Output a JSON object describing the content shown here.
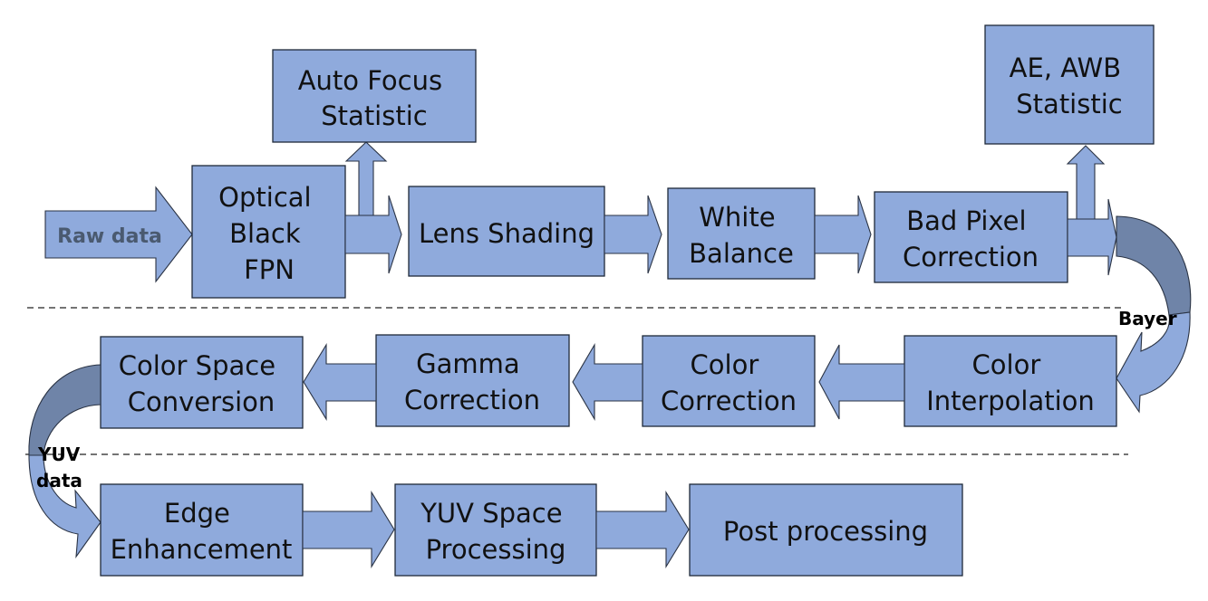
{
  "title": "ISP Image Processing Pipeline",
  "colors": {
    "box_fill": "#8FAADC",
    "curved_arrow_dark": "#6F84A8",
    "raw_data_text": "#4a5a70",
    "text": "#111111"
  },
  "input": {
    "label": "Raw data"
  },
  "row1": {
    "stages": [
      {
        "id": "optical-black",
        "lines": [
          "Optical",
          "Black",
          "FPN"
        ]
      },
      {
        "id": "lens-shading",
        "lines": [
          "Lens Shading"
        ]
      },
      {
        "id": "white-balance",
        "lines": [
          "White",
          "Balance"
        ]
      },
      {
        "id": "bad-pixel",
        "lines": [
          "Bad Pixel",
          "Correction"
        ]
      }
    ],
    "statistics": [
      {
        "id": "auto-focus",
        "lines": [
          "Auto Focus",
          "Statistic"
        ],
        "from": "optical-black"
      },
      {
        "id": "ae-awb",
        "lines": [
          "AE, AWB",
          "Statistic"
        ],
        "from": "bad-pixel"
      }
    ]
  },
  "transition1": {
    "label": "Bayer"
  },
  "row2": {
    "direction": "right-to-left",
    "stages": [
      {
        "id": "color-interpolation",
        "lines": [
          "Color",
          "Interpolation"
        ]
      },
      {
        "id": "color-correction",
        "lines": [
          "Color",
          "Correction"
        ]
      },
      {
        "id": "gamma-correction",
        "lines": [
          "Gamma",
          "Correction"
        ]
      },
      {
        "id": "color-space-conversion",
        "lines": [
          "Color Space",
          "Conversion"
        ]
      }
    ]
  },
  "transition2": {
    "lines": [
      "YUV",
      "data"
    ]
  },
  "row3": {
    "stages": [
      {
        "id": "edge-enhancement",
        "lines": [
          "Edge",
          "Enhancement"
        ]
      },
      {
        "id": "yuv-space-processing",
        "lines": [
          "YUV Space",
          "Processing"
        ]
      },
      {
        "id": "post-processing",
        "lines": [
          "Post processing"
        ]
      }
    ]
  }
}
